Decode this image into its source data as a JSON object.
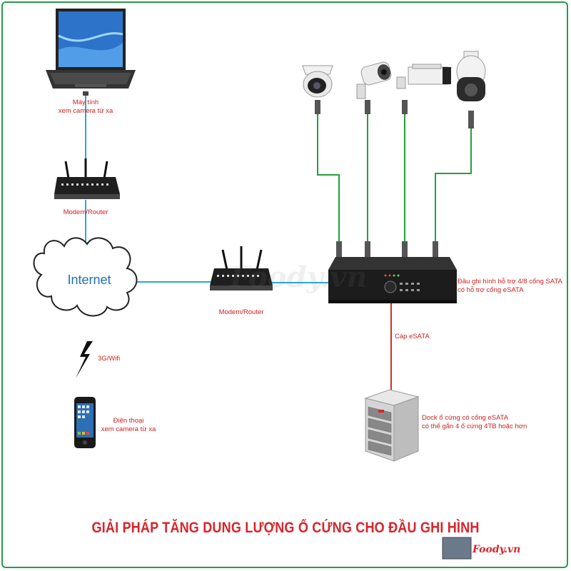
{
  "labels": {
    "laptop_line1": "Máy tính",
    "laptop_line2": "xem camera từ xa",
    "router1": "Modem/Router",
    "internet": "Internet",
    "wireless": "3G/Wifi",
    "phone_line1": "Điện thoại",
    "phone_line2": "xem camera từ xa",
    "router2": "Modem/Router",
    "dvr_line1": "Đầu ghi hình hỗ trợ 4/8 cổng SATA",
    "dvr_line2": "có hỗ trợ cổng eSATA",
    "esata_cable": "Cáp eSATA",
    "dock_line1": "Dock ổ cứng có cổng eSATA",
    "dock_line2": "có thể gắn 4 ổ cứng 4TB hoặc hơn"
  },
  "title": "GIẢI PHÁP TĂNG DUNG LƯỢNG Ổ CỨNG CHO ĐẦU GHI HÌNH",
  "watermark": "Foody.vn",
  "brand": "Foody.vn",
  "colors": {
    "border": "#2a9a4a",
    "network_line": "#2aa7d8",
    "camera_line": "#22a040",
    "esata_line": "#c8322a",
    "label_text": "#cc1f1f",
    "title_text": "#d8252b",
    "internet_text": "#1d6fb8"
  }
}
